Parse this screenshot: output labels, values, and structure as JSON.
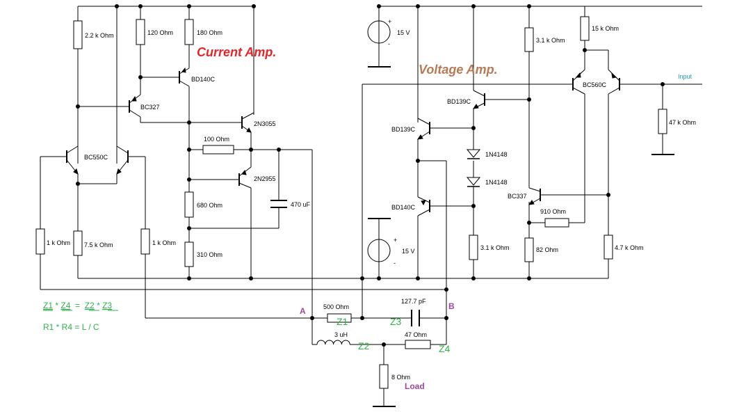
{
  "colors": {
    "current_amp": "#e8232a",
    "voltage_amp": "#b87a55",
    "impedance": "#2db34a",
    "node": "#a0469e",
    "input": "#1a9bc9",
    "wire": "#000000"
  },
  "headings": {
    "current_amp": "Current Amp.",
    "voltage_amp": "Voltage Amp."
  },
  "labels": {
    "r_2k2": "2.2 k Ohm",
    "r_120": "120  Ohm",
    "r_180": "180  Ohm",
    "q_bd140c_top": "BD140C",
    "q_bc327": "BC327",
    "q_2n3055": "2N3055",
    "q_2n2955": "2N2955",
    "r_100": "100  Ohm",
    "q_bc550c": "BC550C",
    "r_680": "680  Ohm",
    "r_310": "310  Ohm",
    "c_470u": "470 uF",
    "r_1k_left": "1 k Ohm",
    "r_7k5": "7.5 k Ohm",
    "r_1k_right": "1 k Ohm",
    "src_15v_top": "15 V",
    "src_15v_bottom": "15 V",
    "plus": "+",
    "minus": "-",
    "q_bd139c_upper": "BD139C",
    "q_bd139c_lower": "BD139C",
    "q_bd140c_lower": "BD140C",
    "d_1n4148_a": "1N4148",
    "d_1n4148_b": "1N4148",
    "r_3k1_mid": "3.1 k Ohm",
    "r_3k1_top": "3.1 k Ohm",
    "r_15k": "15 k Ohm",
    "q_bc560c": "BC560C",
    "input": "Input",
    "r_47k": "47 k Ohm",
    "q_bc337": "BC337",
    "r_910": "910  Ohm",
    "r_82": "82  Ohm",
    "r_4k7": "4.7 k Ohm",
    "r_500": "500  Ohm",
    "c_127p": "127.7 pF",
    "l_3u": "3 uH",
    "r_47": "47  Ohm",
    "r_8": "8  Ohm",
    "load": "Load",
    "node_a": "A",
    "node_b": "B",
    "z1": "Z1",
    "z2": "Z2",
    "z3": "Z3",
    "z4": "Z4"
  },
  "equations": {
    "eq1_lhs_a": "Z1",
    "eq1_mul_a": " * ",
    "eq1_lhs_b": "Z4",
    "eq1_eq": "  =  ",
    "eq1_rhs_a": "Z2",
    "eq1_mul_b": " * ",
    "eq1_rhs_b": "Z3",
    "eq2": "R1 * R4 = L / C"
  }
}
